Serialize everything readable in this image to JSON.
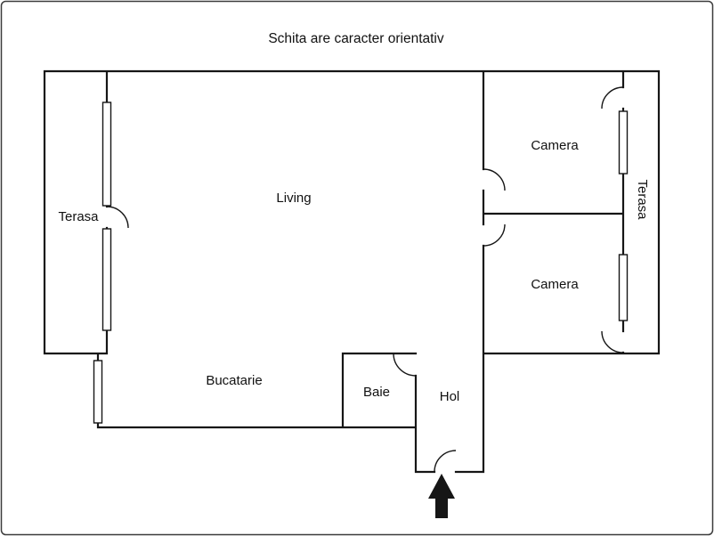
{
  "title": "Schita are caracter orientativ",
  "rooms": {
    "terasa_left": "Terasa",
    "living": "Living",
    "camera_top": "Camera",
    "camera_bottom": "Camera",
    "terasa_right": "Terasa",
    "bucatarie": "Bucatarie",
    "baie": "Baie",
    "hol": "Hol"
  },
  "colors": {
    "wall": "#161616",
    "background": "#ffffff",
    "frame": "#3c3c3c"
  }
}
